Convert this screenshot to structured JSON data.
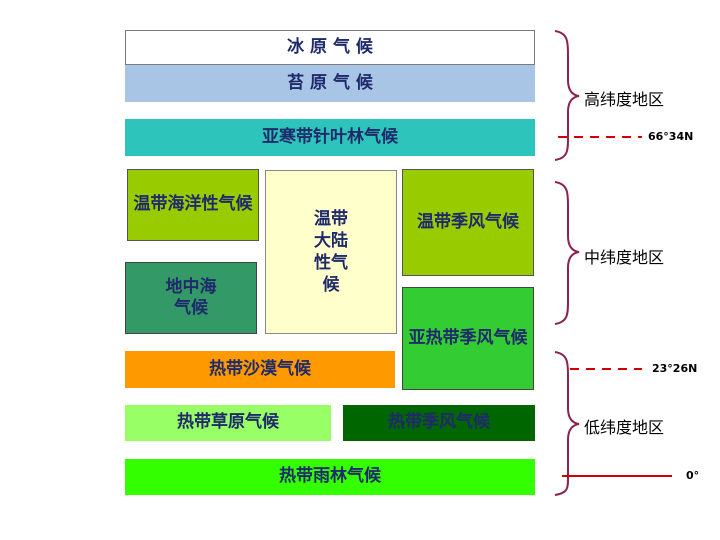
{
  "climates": {
    "ice_cap": "冰 原 气 候",
    "tundra": "苔 原 气 候",
    "subarctic": "亚寒带针叶林气候",
    "temperate_maritime": "温带海洋性气候",
    "temperate_continental": "温带\n大陆\n性气\n候",
    "temperate_monsoon": "温带季风气候",
    "mediterranean": "地中海\n气候",
    "subtropical_monsoon": "亚热带季风气候",
    "tropical_desert": "热带沙漠气候",
    "tropical_savanna": "热带草原气候",
    "tropical_monsoon": "热带季风气候",
    "tropical_rainforest": "热带雨林气候"
  },
  "zones": {
    "high": "高纬度地区",
    "mid": "中纬度地区",
    "low": "低纬度地区"
  },
  "latitudes": {
    "arctic_circle": "66°34N",
    "tropic": "23°26N",
    "equator": "0°"
  },
  "colors": {
    "ice_cap": "#ffffff",
    "tundra": "#a9c5e6",
    "subarctic": "#2dc4bb",
    "temperate_maritime": "#99cc00",
    "temperate_continental": "#ffffcc",
    "temperate_monsoon": "#99cc00",
    "mediterranean": "#339966",
    "subtropical_monsoon": "#33cc33",
    "tropical_desert": "#ff9900",
    "tropical_savanna": "#99ff66",
    "tropical_monsoon": "#006600",
    "tropical_rainforest": "#33ff00",
    "bracket": "#8b2252",
    "latitude_line": "#cc0000"
  }
}
